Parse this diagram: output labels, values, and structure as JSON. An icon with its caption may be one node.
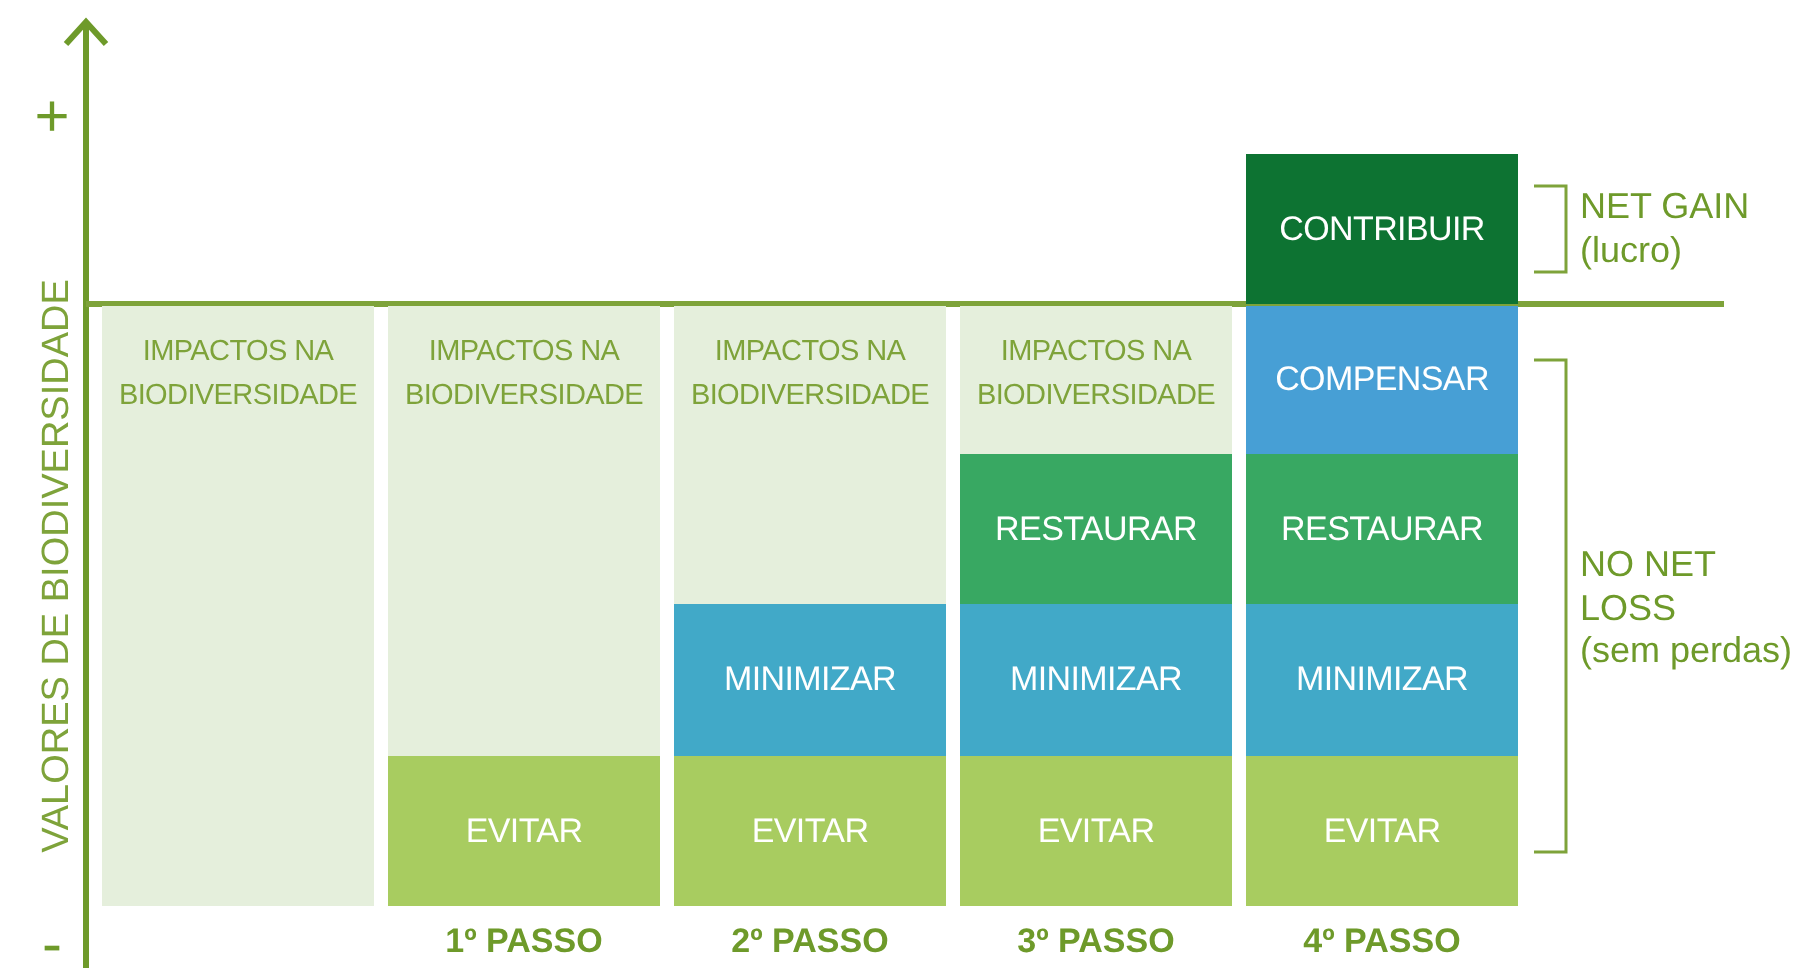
{
  "diagram": {
    "nodes": [
      {
        "text": [
          "IMPACTOS NA BIODIVERSIDADE"
        ]
      },
      {
        "text": [
          "IMPACTOS NA BIODIVERSIDADE"
        ]
      },
      {
        "text": [
          "EVITAR"
        ],
        "in": 1
      },
      {
        "text": [
          "IMPACTOS NA BIODIVERSIDADE"
        ]
      },
      {
        "text": [
          "MINIMIZAR"
        ],
        "in": 3
      },
      {
        "text": [
          "EVITAR"
        ],
        "in": 3
      },
      {
        "text": [
          "IMPACTOS NA BIODIVERSIDADE"
        ]
      },
      {
        "text": [
          "RESTAURAR"
        ],
        "in": 6
      },
      {
        "text": [
          "MINIMIZAR"
        ],
        "in": 6
      },
      {
        "text": [
          "EVITAR"
        ],
        "in": 6
      },
      {
        "text": [
          "CONTRIBUIR"
        ]
      },
      {
        "text": [
          "COMPENSAR"
        ]
      },
      {
        "text": [
          "RESTAURAR"
        ]
      },
      {
        "text": [
          "MINIMIZAR"
        ]
      },
      {
        "text": [
          "EVITAR"
        ]
      }
    ],
    "edges": [],
    "labels": [
      "+",
      "VALORES DE BIODIVERSIDADE",
      "-",
      "NET GAIN",
      "(lucro)",
      "NO NET LOSS",
      "(sem perdas)",
      "1º PASSO",
      "2º PASSO",
      "3º PASSO",
      "4º PASSO"
    ]
  }
}
